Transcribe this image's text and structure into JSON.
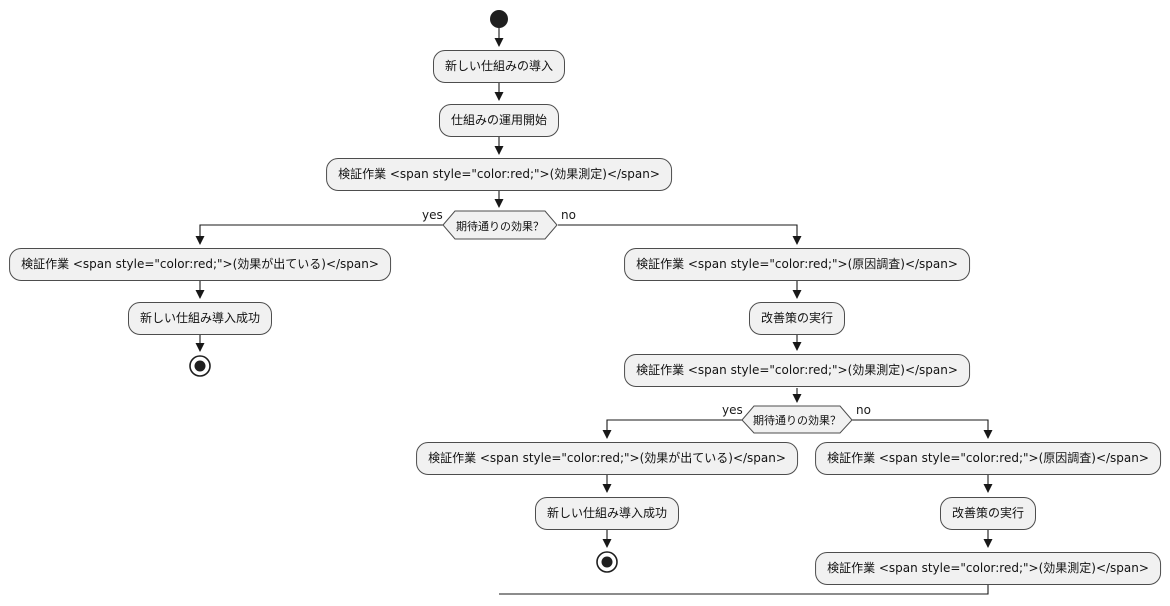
{
  "diagram": {
    "type": "activity-flowchart",
    "colors": {
      "node_fill": "#f1f1f1",
      "node_border": "#4d4d4d",
      "edge": "#181818",
      "node_text": "#121212",
      "start_end_fill": "#1f1f1f"
    },
    "nodes": {
      "intro": "新しい仕組みの導入",
      "operation_start": "仕組みの運用開始",
      "verify_measure_1": "検証作業 <span style=\"color:red;\">(効果測定)</span>",
      "effect_confirmed_1": "検証作業 <span style=\"color:red;\">(効果が出ている)</span>",
      "success_1": "新しい仕組み導入成功",
      "cause_investigation_1": "検証作業 <span style=\"color:red;\">(原因調査)</span>",
      "improvement_1": "改善策の実行",
      "verify_measure_2": "検証作業 <span style=\"color:red;\">(効果測定)</span>",
      "effect_confirmed_2": "検証作業 <span style=\"color:red;\">(効果が出ている)</span>",
      "success_2": "新しい仕組み導入成功",
      "cause_investigation_2": "検証作業 <span style=\"color:red;\">(原因調査)</span>",
      "improvement_2": "改善策の実行",
      "verify_measure_3": "検証作業 <span style=\"color:red;\">(効果測定)</span>"
    },
    "decision1": {
      "label": "期待通りの効果？",
      "yes_label": "yes",
      "no_label": "no"
    },
    "decision2": {
      "label": "期待通りの効果？",
      "yes_label": "yes",
      "no_label": "no"
    }
  }
}
